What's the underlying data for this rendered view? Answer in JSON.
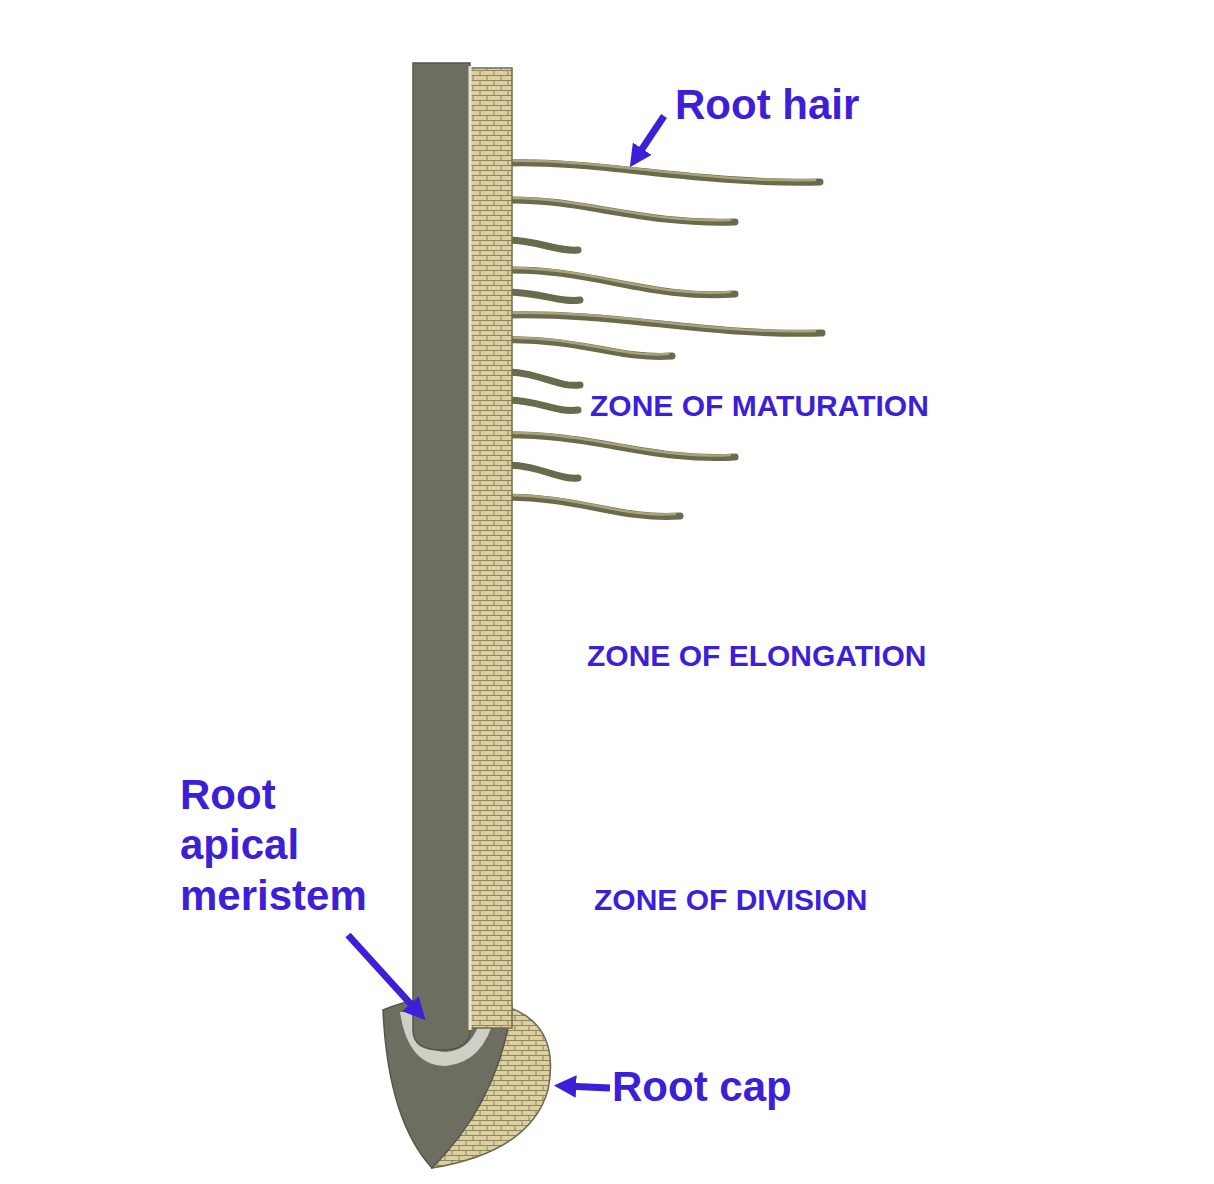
{
  "diagram": {
    "labels": [
      "Root hair",
      "ZONE OF MATURATION",
      "ZONE OF ELONGATION",
      "ZONE OF DIVISION",
      "Root apical meristem",
      "Root cap"
    ]
  }
}
